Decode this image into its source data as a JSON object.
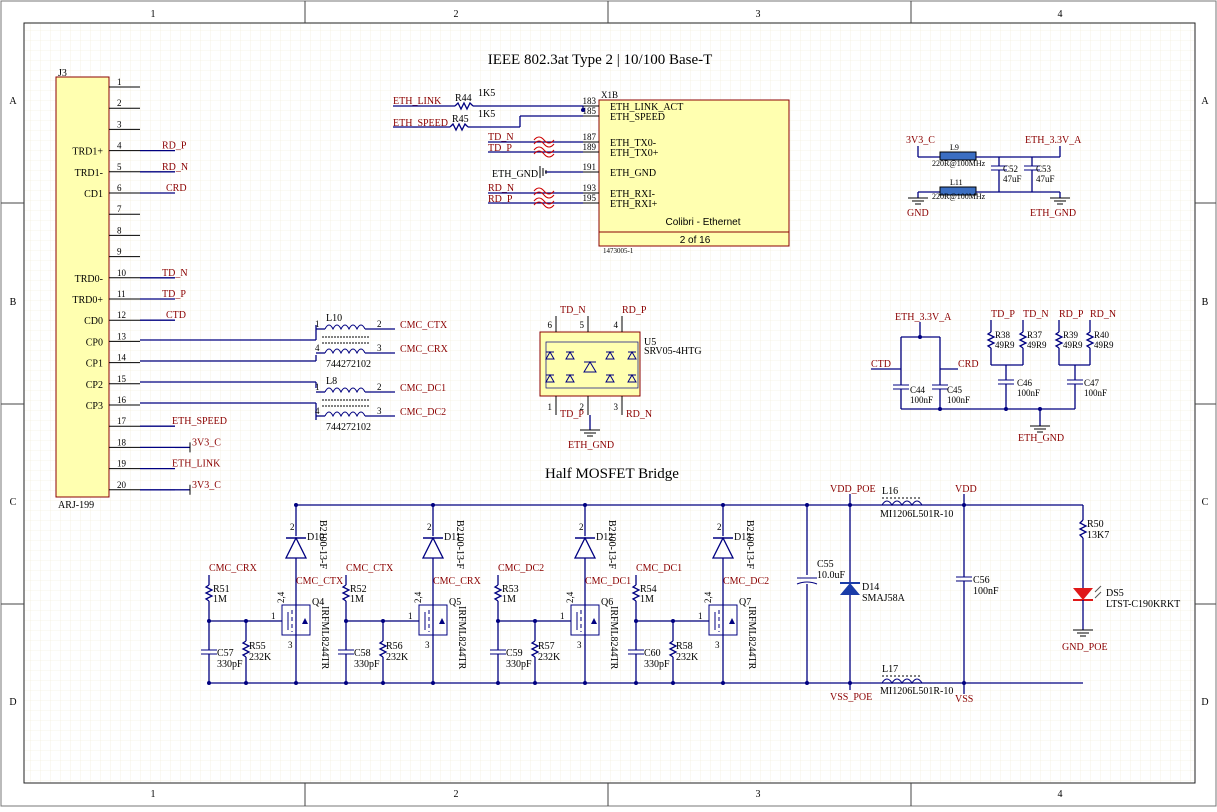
{
  "sheet": {
    "columns": [
      "1",
      "2",
      "3",
      "4"
    ],
    "rows": [
      "A",
      "B",
      "C",
      "D"
    ]
  },
  "titles": {
    "ethernet": "IEEE 802.3at Type 2 | 10/100 Base-T",
    "mosfet": "Half MOSFET Bridge"
  },
  "j3": {
    "designator": "J3",
    "part": "ARJ-199",
    "pins": [
      {
        "num": "1",
        "name": "",
        "net": ""
      },
      {
        "num": "2",
        "name": "",
        "net": ""
      },
      {
        "num": "3",
        "name": "",
        "net": ""
      },
      {
        "num": "4",
        "name": "TRD1+",
        "net": "RD_P"
      },
      {
        "num": "5",
        "name": "TRD1-",
        "net": "RD_N"
      },
      {
        "num": "6",
        "name": "CD1",
        "net": "CRD"
      },
      {
        "num": "7",
        "name": "",
        "net": ""
      },
      {
        "num": "8",
        "name": "",
        "net": ""
      },
      {
        "num": "9",
        "name": "",
        "net": ""
      },
      {
        "num": "10",
        "name": "TRD0-",
        "net": "TD_N"
      },
      {
        "num": "11",
        "name": "TRD0+",
        "net": "TD_P"
      },
      {
        "num": "12",
        "name": "CD0",
        "net": "CTD"
      },
      {
        "num": "13",
        "name": "CP0",
        "net": ""
      },
      {
        "num": "14",
        "name": "CP1",
        "net": ""
      },
      {
        "num": "15",
        "name": "CP2",
        "net": ""
      },
      {
        "num": "16",
        "name": "CP3",
        "net": ""
      },
      {
        "num": "17",
        "name": "",
        "net": "ETH_SPEED"
      },
      {
        "num": "18",
        "name": "",
        "net": "3V3_C"
      },
      {
        "num": "19",
        "name": "",
        "net": "ETH_LINK"
      },
      {
        "num": "20",
        "name": "",
        "net": "3V3_C"
      }
    ]
  },
  "x1b": {
    "designator": "X1B",
    "name": "Colibri - Ethernet",
    "sheet": "2 of 16",
    "part": "1473005-1",
    "pins": [
      {
        "num": "183",
        "name": "ETH_LINK_ACT"
      },
      {
        "num": "185",
        "name": "ETH_SPEED"
      },
      {
        "num": "187",
        "name": "ETH_TX0-"
      },
      {
        "num": "189",
        "name": "ETH_TX0+"
      },
      {
        "num": "191",
        "name": "ETH_GND"
      },
      {
        "num": "193",
        "name": "ETH_RXI-"
      },
      {
        "num": "195",
        "name": "ETH_RXI+"
      }
    ],
    "nets": {
      "link": "ETH_LINK",
      "speed": "ETH_SPEED",
      "tdn": "TD_N",
      "tdp": "TD_P",
      "gnd": "ETH_GND",
      "rdn": "RD_N",
      "rdp": "RD_P"
    },
    "r44": {
      "ref": "R44",
      "val": "1K5"
    },
    "r45": {
      "ref": "R45",
      "val": "1K5"
    }
  },
  "filter": {
    "net_3v3": "3V3_C",
    "net_eth": "ETH_3.3V_A",
    "gnd": "GND",
    "eth_gnd": "ETH_GND",
    "l9": {
      "ref": "L9",
      "val": "220R@100MHz"
    },
    "l11": {
      "ref": "L11",
      "val": "220R@100MHz"
    },
    "c52": {
      "ref": "C52",
      "val": "47uF"
    },
    "c53": {
      "ref": "C53",
      "val": "47uF"
    }
  },
  "magnetics": {
    "l10": {
      "ref": "L10",
      "part": "744272102",
      "n1": "CMC_CTX",
      "n2": "CMC_CRX",
      "p1": "1",
      "p2": "2",
      "p3": "3",
      "p4": "4"
    },
    "l8": {
      "ref": "L8",
      "part": "744272102",
      "n1": "CMC_DC1",
      "n2": "CMC_DC2",
      "p1": "1",
      "p2": "2",
      "p3": "3",
      "p4": "4"
    }
  },
  "u5": {
    "ref": "U5",
    "part": "SRV05-4HTG",
    "top": [
      {
        "num": "6",
        "net": "TD_N"
      },
      {
        "num": "5",
        "net": ""
      },
      {
        "num": "4",
        "net": "RD_P"
      }
    ],
    "bottom": [
      {
        "num": "1",
        "net": "TD_P"
      },
      {
        "num": "2",
        "net": ""
      },
      {
        "num": "3",
        "net": "RD_N"
      }
    ],
    "gnd": "ETH_GND"
  },
  "terminations": {
    "net_3v3": "ETH_3.3V_A",
    "ctd": "CTD",
    "crd": "CRD",
    "eth_gnd": "ETH_GND",
    "c44": {
      "ref": "C44",
      "val": "100nF"
    },
    "c45": {
      "ref": "C45",
      "val": "100nF"
    },
    "c46": {
      "ref": "C46",
      "val": "100nF"
    },
    "c47": {
      "ref": "C47",
      "val": "100nF"
    },
    "resistors": [
      {
        "net": "TD_P",
        "ref": "R38",
        "val": "49R9"
      },
      {
        "net": "TD_N",
        "ref": "R37",
        "val": "49R9"
      },
      {
        "net": "RD_P",
        "ref": "R39",
        "val": "49R9"
      },
      {
        "net": "RD_N",
        "ref": "R40",
        "val": "49R9"
      }
    ]
  },
  "bridge": {
    "stages": [
      {
        "net": "CMC_CRX",
        "r1": "R51",
        "r1v": "1M",
        "c": "C57",
        "cv": "330pF",
        "r2": "R55",
        "r2v": "232K",
        "q": "Q4",
        "qp": "IRFML8244TR",
        "d": "D10",
        "dp": "B2100-13-F",
        "gnet": "CMC_CTX"
      },
      {
        "net": "CMC_CTX",
        "r1": "R52",
        "r1v": "1M",
        "c": "C58",
        "cv": "330pF",
        "r2": "R56",
        "r2v": "232K",
        "q": "Q5",
        "qp": "IRFML8244TR",
        "d": "D11",
        "dp": "B2100-13-F",
        "gnet": "CMC_CRX"
      },
      {
        "net": "CMC_DC2",
        "r1": "R53",
        "r1v": "1M",
        "c": "C59",
        "cv": "330pF",
        "r2": "R57",
        "r2v": "232K",
        "q": "Q6",
        "qp": "IRFML8244TR",
        "d": "D12",
        "dp": "B2100-13-F",
        "gnet": "CMC_DC1"
      },
      {
        "net": "CMC_DC1",
        "r1": "R54",
        "r1v": "1M",
        "c": "C60",
        "cv": "330pF",
        "r2": "R58",
        "r2v": "232K",
        "q": "Q7",
        "qp": "IRFML8244TR",
        "d": "D13",
        "dp": "B2100-13-F",
        "gnet": "CMC_DC2"
      }
    ],
    "vdd_poe": "VDD_POE",
    "vss_poe": "VSS_POE",
    "vdd": "VDD",
    "vss": "VSS",
    "gnd_poe": "GND_POE",
    "c55": {
      "ref": "C55",
      "val": "10.0uF"
    },
    "d14": {
      "ref": "D14",
      "val": "SMAJ58A"
    },
    "l16": {
      "ref": "L16",
      "val": "MI1206L501R-10"
    },
    "l17": {
      "ref": "L17",
      "val": "MI1206L501R-10"
    },
    "c56": {
      "ref": "C56",
      "val": "100nF"
    },
    "r50": {
      "ref": "R50",
      "val": "13K7"
    },
    "ds5": {
      "ref": "DS5",
      "val": "LTST-C190KRKT"
    }
  },
  "colors": {
    "wire": "#000080",
    "net": "#8b0000",
    "body": "#ffffb0",
    "grid": "#f3eed6"
  }
}
